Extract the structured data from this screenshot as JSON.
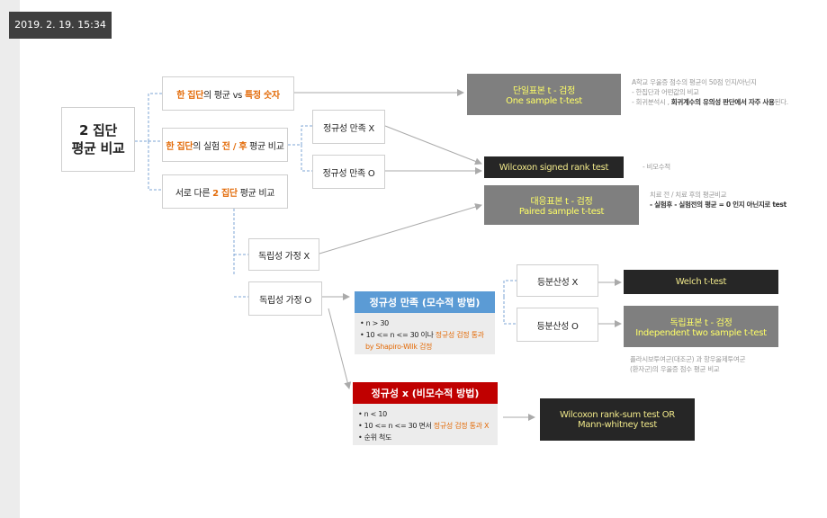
{
  "timestamp": "2019. 2. 19. 15:34",
  "root": {
    "line1": "2 집단",
    "line2": "평균 비교"
  },
  "level1": {
    "a": {
      "hl": "한 집단",
      "t1": "의 평균 vs ",
      "hl2": "특정 숫자"
    },
    "b": {
      "hl": "한 집단",
      "t1": "의 실험 ",
      "hl2": "전 / 후",
      "t2": " 평균 비교"
    },
    "c": {
      "t1": "서로 다른 ",
      "hl": "2 집단",
      "t2": " 평균 비교"
    }
  },
  "normality": {
    "x": "정규성 만족 X",
    "o": "정규성 만족 O"
  },
  "independence": {
    "x": "독립성 가정 X",
    "o": "독립성 가정 O"
  },
  "variance": {
    "x": "등분산성 X",
    "o": "등분산성 O"
  },
  "tests": {
    "one_sample": {
      "l1": "단일표본  t - 검정",
      "l2": "One sample t-test"
    },
    "wilcoxon_signed": "Wilcoxon signed rank test",
    "paired": {
      "l1": "대응표본  t - 검정",
      "l2": "Paired sample t-test"
    },
    "welch": "Welch t-test",
    "independent": {
      "l1": "독립표본  t - 검정",
      "l2": "Independent  two sample t-test"
    },
    "rank_sum": {
      "l1": "Wilcoxon rank-sum test   OR",
      "l2": "Mann-whitney test"
    }
  },
  "parametric": {
    "header": "정규성 만족 (모수적 방법)",
    "item1": "n > 30",
    "item2_pre": "10 <= n <= 30 이나 ",
    "item2_hl": "정규성 검정 통과",
    "item2_line2": "by Shapiro-Wilk 검정"
  },
  "nonparametric": {
    "header": "정규성 x (비모수적 방법)",
    "item1": "n < 10",
    "item2_pre": "10 <= n <= 30 면서 ",
    "item2_hl": "정규성 검정 통과 X",
    "item3": "순위 척도"
  },
  "notes": {
    "one_sample": {
      "l1": "A학교 우울증 점수의  평균이  50점 인지/아닌지",
      "l2": "- 한집단과 어떤값의 비교",
      "l3_pre": "- 회귀분석시 , ",
      "l3_bold": "회귀계수의 유의성 판단에서 자주 사용",
      "l3_post": "된다."
    },
    "wilcoxon": "- 비모수적",
    "paired": {
      "l1": "치료 전 / 치료 후의 평균비교",
      "l2": "- 실험후  -  실험전의  평균  =  0  인지 아닌지로 test"
    },
    "independent": {
      "l1": "플라시보투여군(대조군)  과  항우울제투여군",
      "l2": "(환자군)의  우울증 점수 평균 비교"
    }
  },
  "colors": {
    "accent_orange": "#e36c0a",
    "blue_header": "#5b9bd5",
    "red_header": "#c00000",
    "dark_box": "#262626",
    "gray_box": "#7f7f7f",
    "test_text": "#ffff66"
  }
}
